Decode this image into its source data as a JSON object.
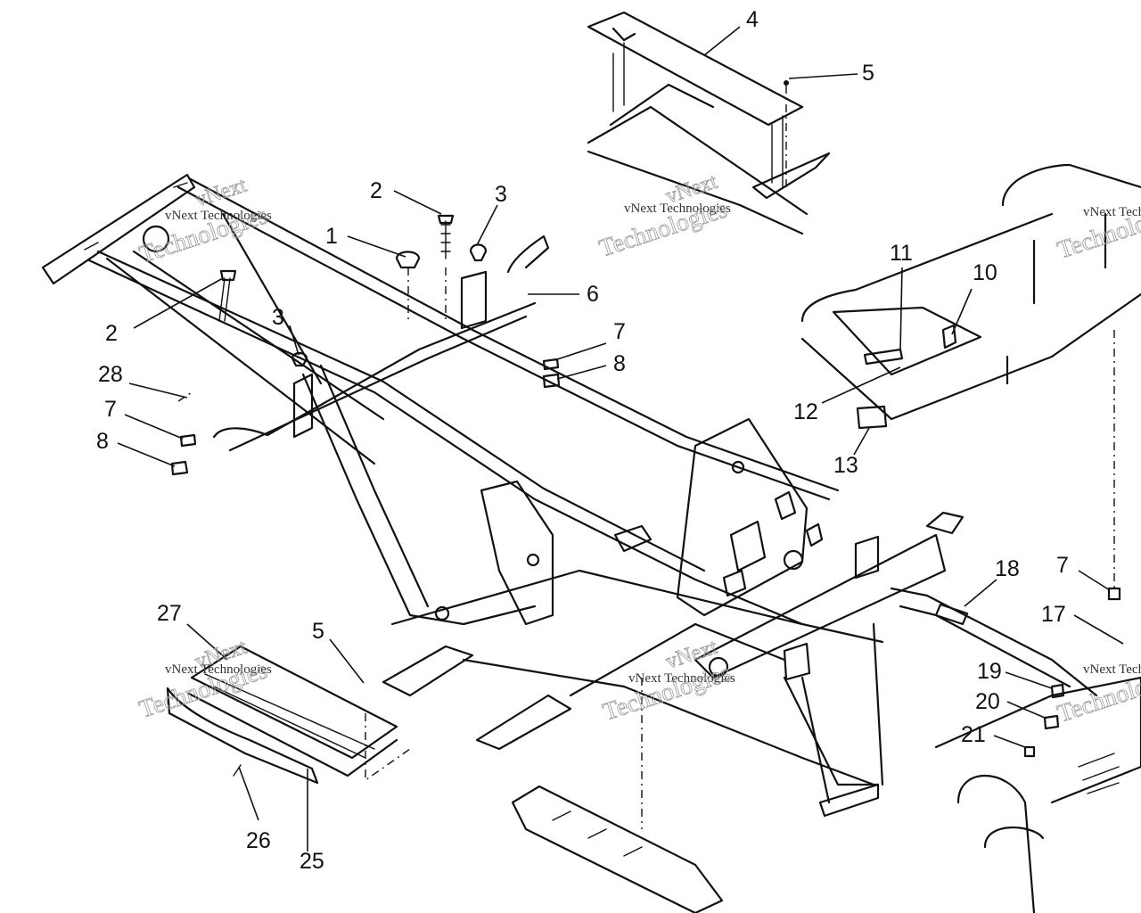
{
  "callouts": [
    {
      "id": "c1",
      "text": "1"
    },
    {
      "id": "c2a",
      "text": "2"
    },
    {
      "id": "c2b",
      "text": "2"
    },
    {
      "id": "c3a",
      "text": "3"
    },
    {
      "id": "c3b",
      "text": "3"
    },
    {
      "id": "c4",
      "text": "4"
    },
    {
      "id": "c5a",
      "text": "5"
    },
    {
      "id": "c5b",
      "text": "5"
    },
    {
      "id": "c6",
      "text": "6"
    },
    {
      "id": "c7a",
      "text": "7"
    },
    {
      "id": "c7b",
      "text": "7"
    },
    {
      "id": "c7c",
      "text": "7"
    },
    {
      "id": "c8a",
      "text": "8"
    },
    {
      "id": "c8b",
      "text": "8"
    },
    {
      "id": "c10",
      "text": "10"
    },
    {
      "id": "c11",
      "text": "11"
    },
    {
      "id": "c12",
      "text": "12"
    },
    {
      "id": "c13",
      "text": "13"
    },
    {
      "id": "c17",
      "text": "17"
    },
    {
      "id": "c18",
      "text": "18"
    },
    {
      "id": "c19",
      "text": "19"
    },
    {
      "id": "c20",
      "text": "20"
    },
    {
      "id": "c21",
      "text": "21"
    },
    {
      "id": "c25",
      "text": "25"
    },
    {
      "id": "c26",
      "text": "26"
    },
    {
      "id": "c27",
      "text": "27"
    },
    {
      "id": "c28",
      "text": "28"
    }
  ],
  "watermark": {
    "line1": "vNext",
    "line2": "vNext Technologies",
    "line3": "Technologies"
  }
}
